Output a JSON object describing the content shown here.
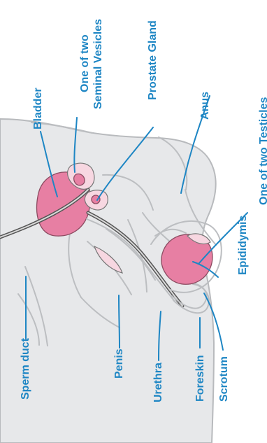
{
  "labels": {
    "bladder": "Bladder",
    "seminal_vesicles_line1": "One of two",
    "seminal_vesicles_line2": "Seminal Vesicles",
    "prostate_gland": "Prostate Gland",
    "anus": "Anus",
    "one_of_two_testicles": "One of two Testicles",
    "epididymis": "Epididymis",
    "sperm_duct": "Sperm duct",
    "penis": "Penis",
    "urethra": "Urethra",
    "foreskin": "Foreskin",
    "scrotum": "Scrotum"
  },
  "colors": {
    "label": "#1e86c4",
    "background": "#ffffff",
    "body_fill": "#e7e8ea",
    "body_outline": "#b8babd",
    "organ_pink": "#e77fa3",
    "organ_light": "#f7d7e1",
    "duct": "#555555"
  },
  "icons": {
    "bladder": "pink-bladder-icon",
    "testicle": "pink-testicle-icon",
    "duct": "grey-tube-icon"
  }
}
